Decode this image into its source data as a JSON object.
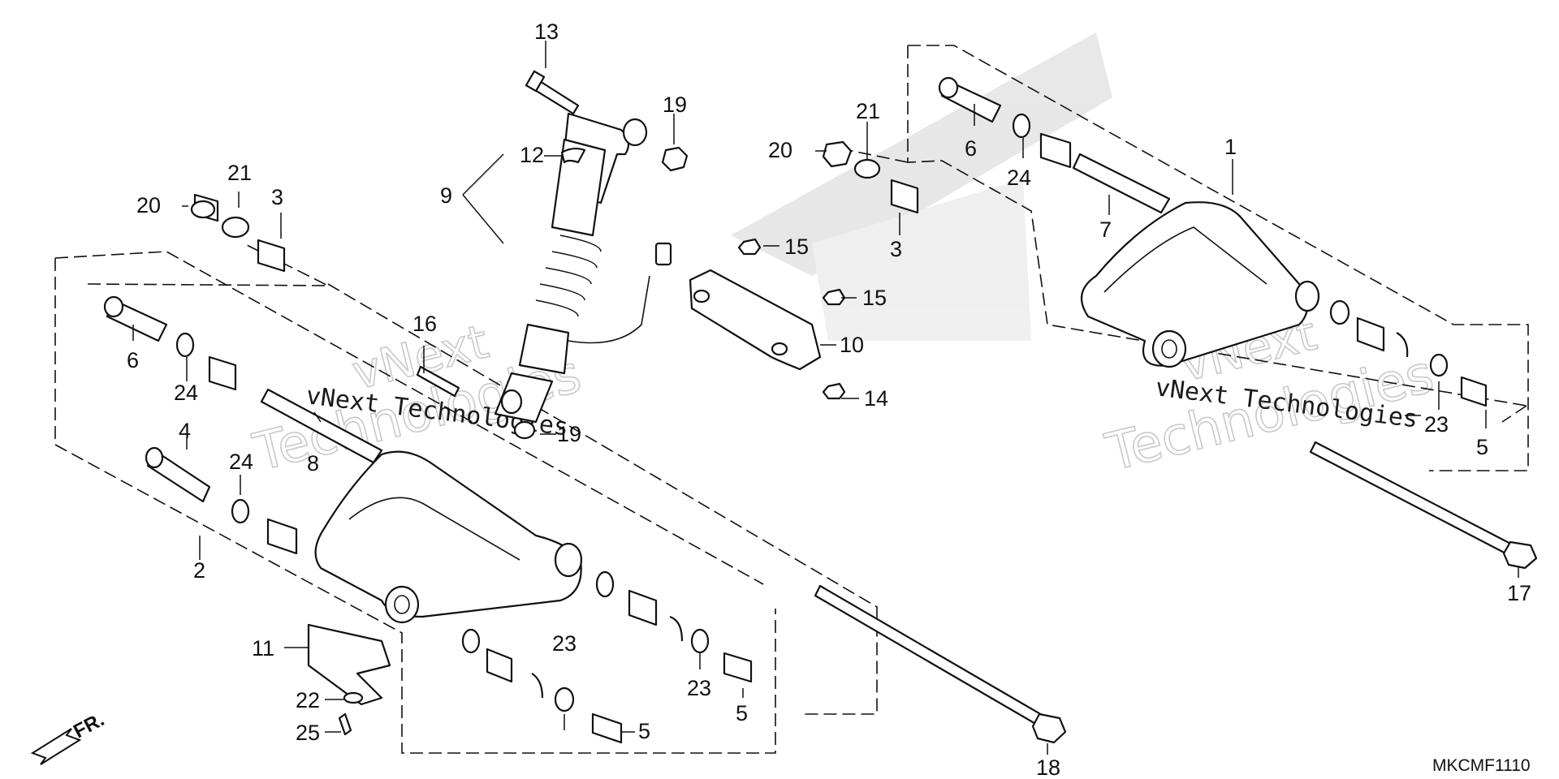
{
  "diagram_code": "MKCMF1110",
  "front_indicator": "FR.",
  "watermark": {
    "line1": "vNext",
    "line2": "Technologies",
    "inline": "vNext Technologies"
  },
  "callouts": {
    "c1": "1",
    "c2": "2",
    "c3a": "3",
    "c3b": "3",
    "c4": "4",
    "c5a": "5",
    "c5b": "5",
    "c5c": "5",
    "c6a": "6",
    "c6b": "6",
    "c7": "7",
    "c8": "8",
    "c9": "9",
    "c10": "10",
    "c11": "11",
    "c12": "12",
    "c13": "13",
    "c14": "14",
    "c15a": "15",
    "c15b": "15",
    "c16": "16",
    "c17": "17",
    "c18": "18",
    "c19a": "19",
    "c19b": "19",
    "c20a": "20",
    "c20b": "20",
    "c21a": "21",
    "c21b": "21",
    "c22": "22",
    "c23a": "23",
    "c23b": "23",
    "c23c": "23",
    "c24a": "24",
    "c24b": "24",
    "c24c": "24",
    "c25": "25"
  }
}
